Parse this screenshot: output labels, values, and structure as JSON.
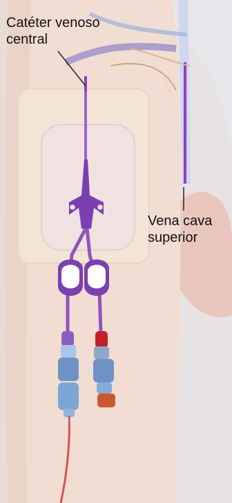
{
  "labels": {
    "catheter": {
      "line1": "Catéter venoso",
      "line2": "central"
    },
    "vena": {
      "line1": "Vena cava",
      "line2": "superior"
    }
  },
  "colors": {
    "skin": "#f1ddd2",
    "background": "#eef1f3",
    "vein_blue": "#7b8fc4",
    "catheter_purple": "#7a3fb2",
    "dressing": "#f2e6d6",
    "hub_red": "#c51f2a",
    "connector_blue": "#6c93c4",
    "cap_orange": "#c85a2c",
    "tube_red": "#d45454",
    "leader_line": "#222222"
  },
  "icons": {
    "arm": "upper-arm-shape",
    "clamp": "white-catheter-clamp-icon",
    "connector": "luer-connector-icon"
  }
}
